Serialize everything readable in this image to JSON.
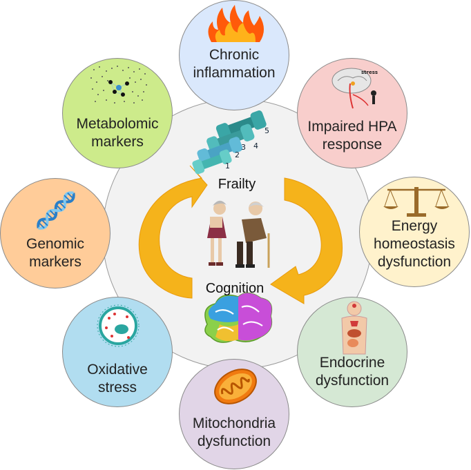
{
  "center": {
    "frailty_label": "Frailty",
    "cognition_label": "Cognition",
    "dumbbell_numbers": [
      "1",
      "2",
      "3",
      "4",
      "5"
    ]
  },
  "nodes": [
    {
      "id": "chronic-inflammation",
      "label": "Chronic\ninflammation",
      "fill": "#dae8fc",
      "icon": "fire-icon"
    },
    {
      "id": "impaired-hpa",
      "label": "Impaired HPA\nresponse",
      "fill": "#f8cecc",
      "icon": "brain-stress-icon",
      "icon_text": "stress"
    },
    {
      "id": "energy-homeostasis",
      "label": "Energy\nhomeostasis\ndysfunction",
      "fill": "#fff2cc",
      "icon": "scale-icon"
    },
    {
      "id": "endocrine",
      "label": "Endocrine\ndysfunction",
      "fill": "#d5e8d4",
      "icon": "body-organs-icon"
    },
    {
      "id": "mitochondria",
      "label": "Mitochondria\ndysfunction",
      "fill": "#e1d5e7",
      "icon": "mitochondria-icon"
    },
    {
      "id": "oxidative-stress",
      "label": "Oxidative\nstress",
      "fill": "#b1ddf0",
      "icon": "cell-icon"
    },
    {
      "id": "genomic",
      "label": "Genomic\nmarkers",
      "fill": "#ffcc99",
      "icon": "dna-icon"
    },
    {
      "id": "metabolomic",
      "label": "Metabolomic\nmarkers",
      "fill": "#cdeb8b",
      "icon": "network-icon"
    }
  ],
  "colors": {
    "center_circle": "#f2f2f2",
    "arrow": "#f5b31b",
    "arrow_dark": "#e89a0c",
    "border": "#8a8a8a"
  }
}
